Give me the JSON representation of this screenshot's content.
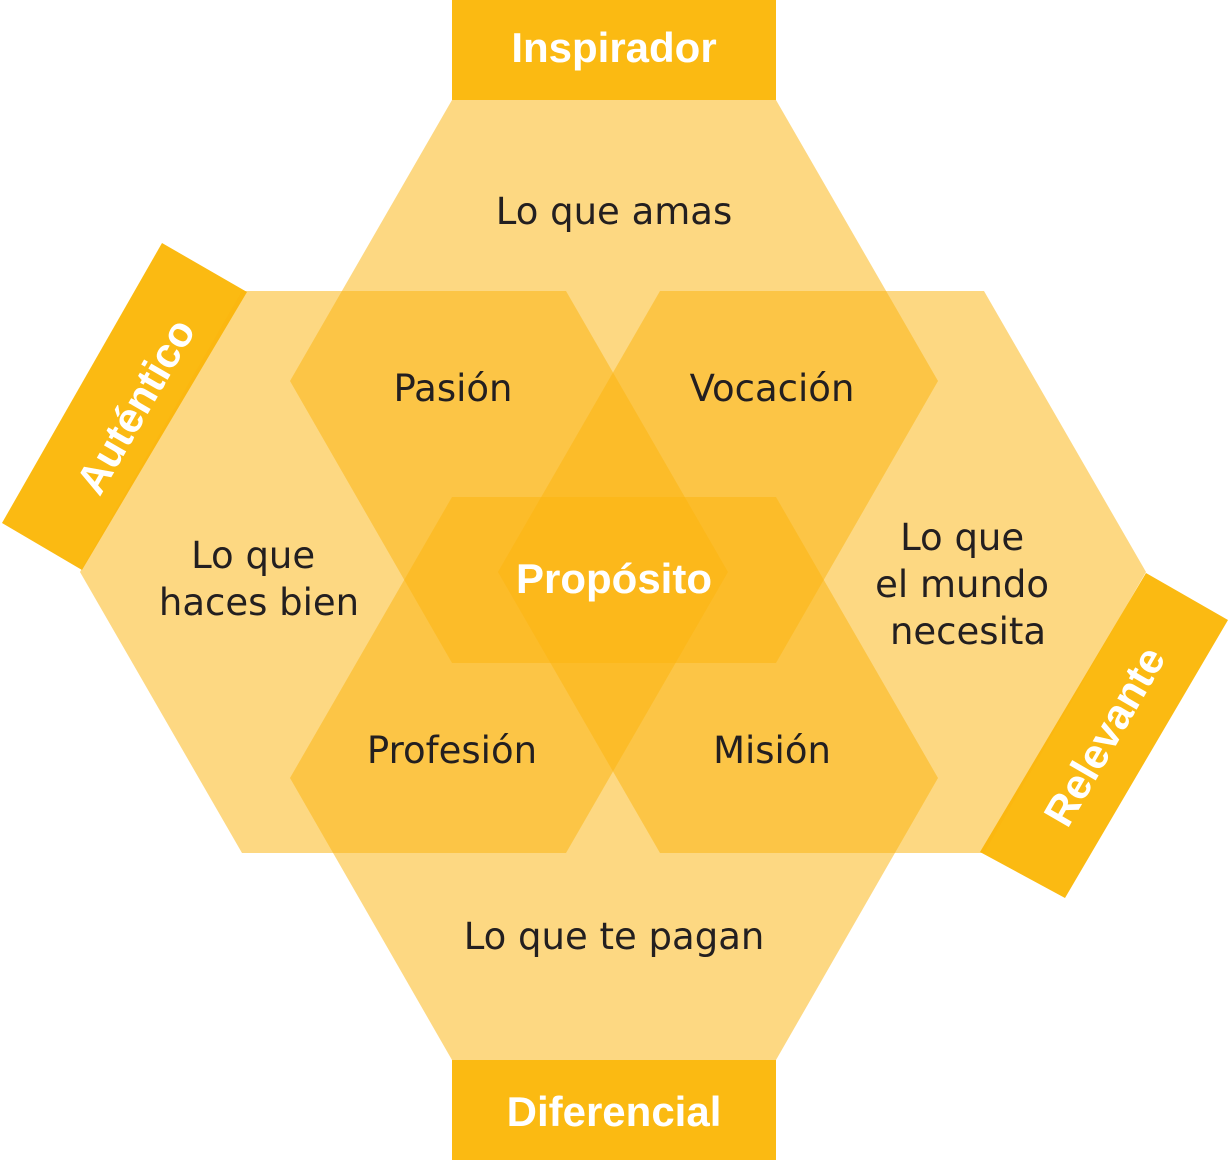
{
  "tabs": {
    "top": "Inspirador",
    "bottom": "Diferencial",
    "left": "Auténtico",
    "right": "Relevante"
  },
  "outer": {
    "top": "Lo que amas",
    "left_line1": "Lo que",
    "left_line2": "haces bien",
    "right_line1": "Lo que",
    "right_line2": "el mundo",
    "right_line3": "necesita",
    "bottom": "Lo que te pagan"
  },
  "inner": {
    "top_left": "Pasión",
    "top_right": "Vocación",
    "bottom_left": "Profesión",
    "bottom_right": "Misión"
  },
  "center": "Propósito",
  "colors": {
    "tab": "#fbba12",
    "hex_fill": "#fbb40f",
    "center_hex": "#f29a17",
    "text": "#231f20",
    "white_text": "#ffffff"
  }
}
